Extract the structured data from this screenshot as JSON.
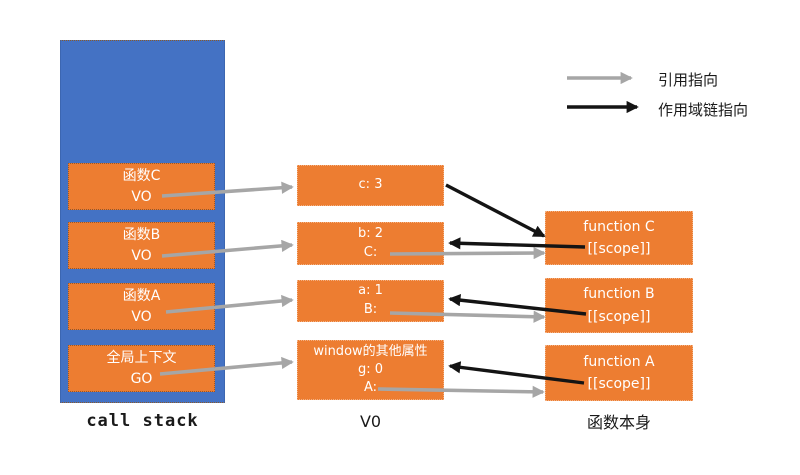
{
  "colors": {
    "page_bg": "#ffffff",
    "stack_blue": "#4472C4",
    "box_orange": "#ED7D31",
    "gray_arrow": "#A6A6A6",
    "black_arrow": "#141414",
    "text_white": "#FFFFFF",
    "label_dark": "#1a1a1a"
  },
  "legend": {
    "reference_label": "引用指向",
    "scope_chain_label": "作用域链指向"
  },
  "call_stack": {
    "label": "call stack",
    "frames": [
      {
        "title": "函数C",
        "subtitle": "VO"
      },
      {
        "title": "函数B",
        "subtitle": "VO"
      },
      {
        "title": "函数A",
        "subtitle": "VO"
      },
      {
        "title": "全局上下文",
        "subtitle": "GO"
      }
    ]
  },
  "vo_column": {
    "label": "V0",
    "boxes": [
      {
        "line1": "c: 3"
      },
      {
        "line1": "b: 2",
        "line2": "C:"
      },
      {
        "line1": "a: 1",
        "line2": "B:"
      },
      {
        "line1": "window的其他属性",
        "line2": "g: 0",
        "line3": "A:"
      }
    ]
  },
  "functions_column": {
    "label": "函数本身",
    "boxes": [
      {
        "name": "function C",
        "scope": "[[scope]]"
      },
      {
        "name": "function B",
        "scope": "[[scope]]"
      },
      {
        "name": "function A",
        "scope": "[[scope]]"
      }
    ]
  }
}
